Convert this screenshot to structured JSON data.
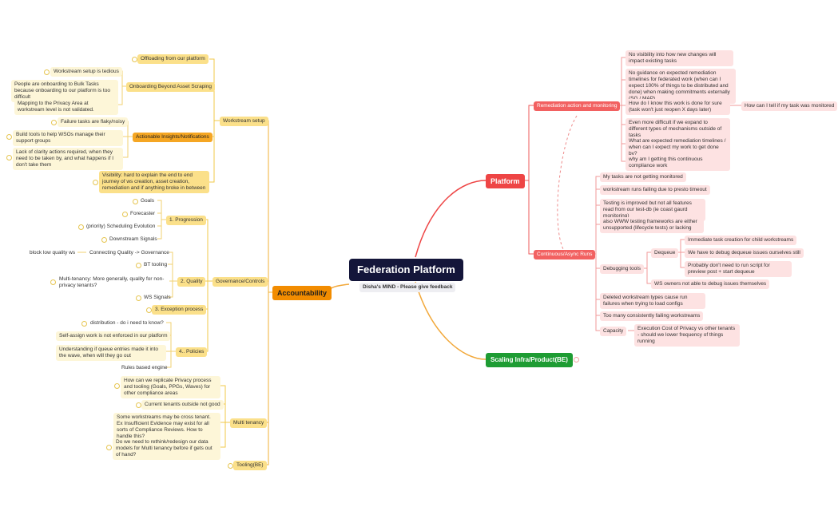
{
  "root": {
    "title": "Federation Platform",
    "subtitle": "Disha's MIND - Please give feedback"
  },
  "accountability": {
    "label": "Accountability",
    "workstream_setup": {
      "label": "Workstream setup",
      "offloading": "Offloading from our platform",
      "onboarding": "Onboarding Beyond Asset Scraping",
      "onboarding_items": [
        "Workstream setup is tedious",
        "People are onboarding to Bulk Tasks because onboarding to our platform is too difficult",
        "Mapping to the Privacy Area at workstream level is not validated."
      ],
      "insights": "Actionable Insights/Notifications",
      "insights_items": [
        "Failure tasks are flaky/noisy",
        "Build tools to help WSOs manage their support groups",
        "Lack of clarity actions required, when they need to be taken by, and what happens if I don't take them"
      ],
      "visibility": "Visibility: hard to explain the end to end journey of ws creation, asset creation, remediation and if anything broke in between"
    },
    "governance": {
      "label": "Governance/Controls",
      "progression": "1.  Progression",
      "progression_items": [
        "Goals",
        "Forecaster",
        "(priority) Scheduling Evolution",
        "Downstream Signals"
      ],
      "quality": "2. Quality",
      "connecting": "Connecting Quality -> Governance",
      "block": "block low quality ws",
      "bt": "BT tooling",
      "multitenancy_q": "Multi-tenancy: More generally, quality for non-privacy tenants?",
      "ws_signals": "WS Signals",
      "exception": "3. Exception process",
      "policies": "4.. Policies",
      "policies_items": [
        "distribution - do i need to know?",
        "Self-assign work is not enforced in our platform",
        "Understanding if queue entries made it into the wave, when will they go out",
        "Rules based engine"
      ]
    },
    "multi_tenancy": {
      "label": "Multi tenancy",
      "items": [
        "How can we replicate Privacy process and tooling (Goals, PPGs, Waves) for other compliance areas",
        "Current tenants outside not good",
        "Some workstreams may be cross tenant. Ex Insufficient Evidence may exist for all sorts of Compliance Reviews. How to handle this?",
        "Do we need to rethink/redesign our data models for Multi tenancy before if gets out of hand?"
      ]
    },
    "tooling": "Tooling(BE)"
  },
  "platform": {
    "label": "Platform",
    "remediation": {
      "label": "Remediation action and monitoring",
      "items": [
        "No visibility into how new changes will impact existing tasks",
        "No guidance on expected remediation timelines for federated work (when can I expect 100% of things to be distributed and done) when making commitments externally (SG / MAP)",
        "How do I know this work is done for sure (task won't just reopen X days later)",
        "Even more difficult if we expand to different types of mechanisms outside of tasks",
        "What are expected remediation timelines / when can I expect my work to get done by?",
        "why am I getting this continuous compliance work"
      ],
      "monitored": "How can I tell if my task was monitored"
    },
    "continuous": {
      "label": "Continuous/Async Runs",
      "items": [
        "My tasks are not getting monitored",
        "workstream runs failing due to presto timeout",
        "Testing is improved but not all features read from our test-db (ie coast gaurd monitoring)",
        "also WWW testing frameworks are either unsupported (lifecycle tests) or lacking"
      ],
      "debugging": "Debugging tools",
      "dequeue": "Dequeue",
      "dequeue_items": [
        "Immediate task creation for child workstreams",
        "We have to debug dequeue issues ourselves still",
        "Probably don't need to run script for preview post + start dequeue"
      ],
      "ws_owners": "WS owners not able to debug issues themselves",
      "deleted": "Deleted workstream types cause run failures when trying to load configs",
      "too_many": "Too many consistently failing workstreams",
      "capacity": "Capacity",
      "capacity_item": "Execution Cost of Privacy vs other tenants - should we lower frequency of things running"
    }
  },
  "scaling": {
    "label": "Scaling Infra/Product(BE)"
  }
}
